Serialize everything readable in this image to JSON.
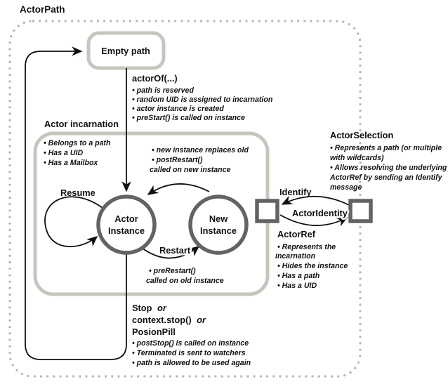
{
  "title": "ActorPath",
  "empty_path": {
    "label": "Empty path"
  },
  "actor_of": {
    "heading": "actorOf(...)",
    "bullets": [
      "• path is reserved",
      "• random UID is assigned to incarnation",
      "• actor instance is created",
      "• preStart() is called on instance"
    ]
  },
  "incarnation": {
    "heading": "Actor incarnation",
    "bullets": [
      "• Belongs to a path",
      "• Has a UID",
      "• Has a Mailbox"
    ]
  },
  "states": {
    "actor_instance_line1": "Actor",
    "actor_instance_line2": "Instance",
    "new_instance_line1": "New",
    "new_instance_line2": "Instance"
  },
  "transitions": {
    "resume": "Resume",
    "restart": "Restart",
    "identify": "Identify",
    "actor_identity": "ActorIdentity"
  },
  "restart_new_notes": [
    "• new instance replaces old",
    "• postRestart()",
    "called on new instance"
  ],
  "restart_old_notes": [
    "• preRestart()",
    "called on old instance"
  ],
  "actor_selection": {
    "heading": "ActorSelection",
    "lines": [
      "• Represents a path (or multiple",
      "with wildcards)",
      "• Allows resolving the underlying",
      "ActorRef by sending an Identify",
      "message"
    ]
  },
  "actor_ref": {
    "heading": "ActorRef",
    "lines": [
      "• Represents the",
      "incarnation",
      "• Hides the instance",
      "• Has a path",
      "• Has a UID"
    ]
  },
  "stop_block": {
    "line1": "Stop",
    "line2": "context.stop()",
    "line3": "PosionPill",
    "or_word": "or",
    "bullets": [
      "• postStop() is called on instance",
      "• Terminated is sent to watchers",
      "• path is allowed to be used again"
    ]
  },
  "colors": {
    "line_black": "#111111",
    "light_gray_border": "#c6c6be",
    "dark_gray_border": "#636363",
    "dotted_border": "#b3b3ab"
  }
}
